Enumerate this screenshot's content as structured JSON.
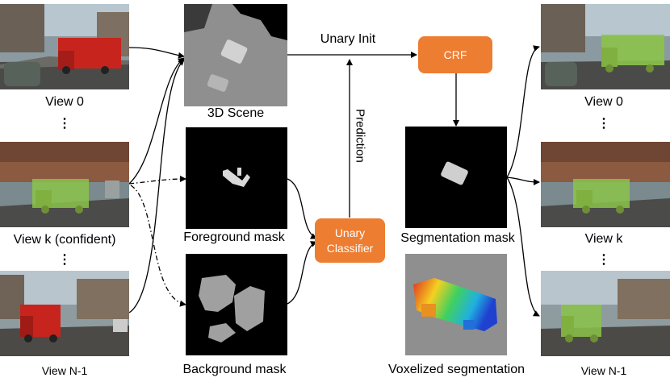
{
  "left_views": [
    {
      "label": "View 0",
      "highlight": "red-truck"
    },
    {
      "label": "View k (confident)",
      "highlight": "green-overlay"
    },
    {
      "label": "View N-1",
      "highlight": "red-truck"
    }
  ],
  "ellipsis": "⋮",
  "middle_panels": {
    "scene": "3D Scene",
    "foreground": "Foreground mask",
    "background": "Background mask"
  },
  "edge_labels": {
    "unary_init": "Unary Init",
    "prediction": "Prediction"
  },
  "boxes": {
    "crf": "CRF",
    "unary_line1": "Unary",
    "unary_line2": "Classifier"
  },
  "right_middle": {
    "segmentation": "Segmentation mask",
    "voxel": "Voxelized segmentation"
  },
  "right_views": [
    {
      "label": "View 0"
    },
    {
      "label": "View k"
    },
    {
      "label": "View N-1"
    }
  ],
  "colors": {
    "box_fill": "#ED7D31",
    "truck_red": "#C8241E",
    "overlay_green": "#8BC34A"
  }
}
